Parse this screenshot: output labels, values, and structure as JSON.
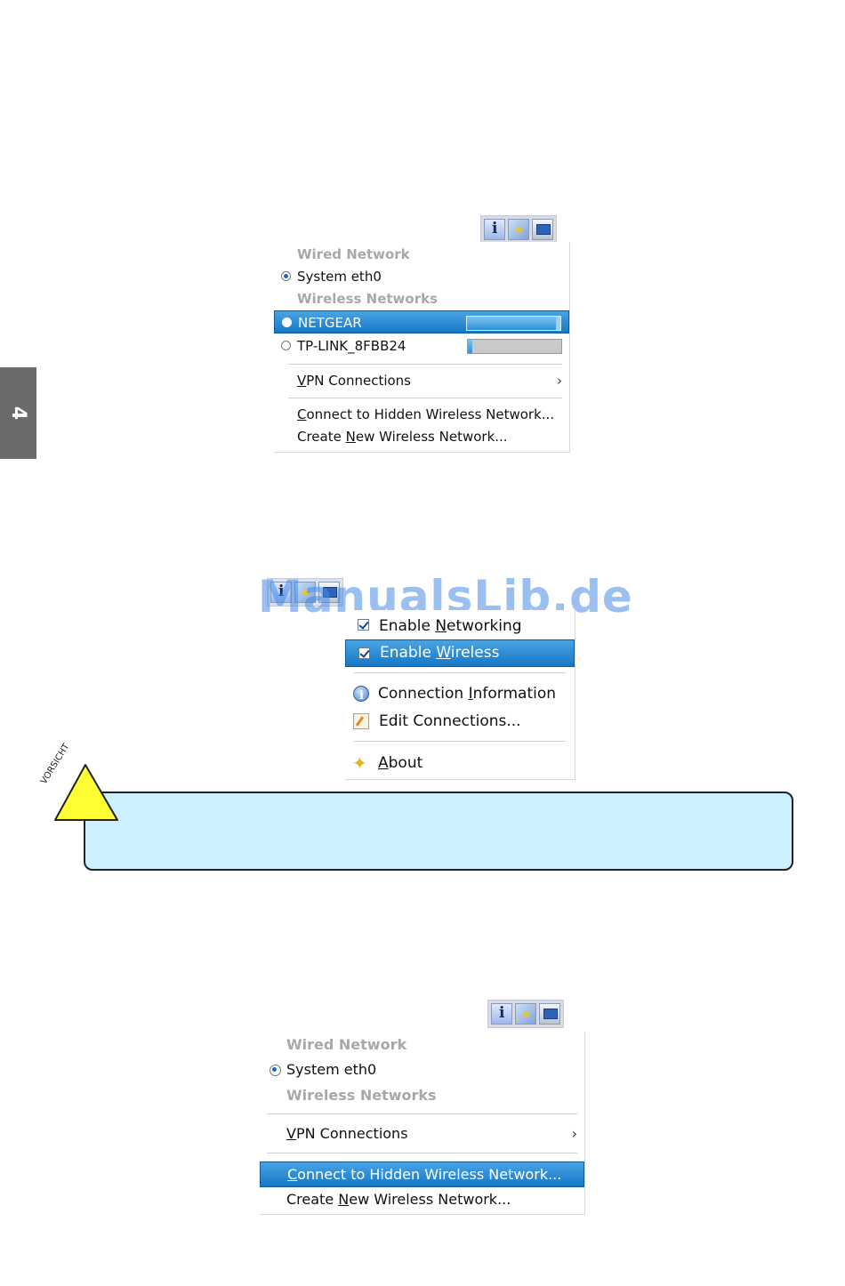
{
  "chapter_tab": "4",
  "watermark": "ManualsLib.de",
  "caution": {
    "label": "VORSICHT"
  },
  "menu1": {
    "wired_header": "Wired Network",
    "wired_item": "System eth0",
    "wireless_header": "Wireless Networks",
    "networks": [
      {
        "name": "NETGEAR",
        "signal": 0.95,
        "highlighted": true,
        "selected": true
      },
      {
        "name": "TP-LINK_8FBB24",
        "signal": 0.05,
        "highlighted": false,
        "selected": false
      }
    ],
    "vpn": {
      "pre": "",
      "accel": "V",
      "post": "PN Connections"
    },
    "vpn_arrow": "›",
    "hidden": {
      "pre": "",
      "accel": "C",
      "post": "onnect to Hidden Wireless Network..."
    },
    "create": {
      "pre": "Create ",
      "accel": "N",
      "post": "ew Wireless Network..."
    }
  },
  "menu2": {
    "enable_networking": {
      "pre": "Enable ",
      "accel": "N",
      "post": "etworking"
    },
    "enable_wireless": {
      "pre": "Enable ",
      "accel": "W",
      "post": "ireless"
    },
    "connection_info": {
      "pre": "Connection ",
      "accel": "I",
      "post": "nformation"
    },
    "edit_connections": {
      "pre": "Edit Connections...",
      "accel": "",
      "post": ""
    },
    "about": {
      "pre": "",
      "accel": "A",
      "post": "bout"
    },
    "icons": [
      "checkbox-checked",
      "checkbox-checked",
      "info-icon",
      "edit-icon",
      "star-icon"
    ]
  },
  "menu3": {
    "wired_header": "Wired Network",
    "wired_item": "System eth0",
    "wireless_header": "Wireless Networks",
    "vpn": {
      "pre": "",
      "accel": "V",
      "post": "PN Connections"
    },
    "vpn_arrow": "›",
    "hidden": {
      "pre": "",
      "accel": "C",
      "post": "onnect to Hidden Wireless Network..."
    },
    "create": {
      "pre": "Create ",
      "accel": "N",
      "post": "ew Wireless Network..."
    }
  },
  "tray_icons": [
    "info-icon",
    "network-icon",
    "computer-icon"
  ],
  "colors": {
    "highlight": "#1f84d0",
    "caution_fill": "#cdf0ff",
    "caution_triangle": "#ffff33",
    "header_gray": "#a8a8a8"
  }
}
